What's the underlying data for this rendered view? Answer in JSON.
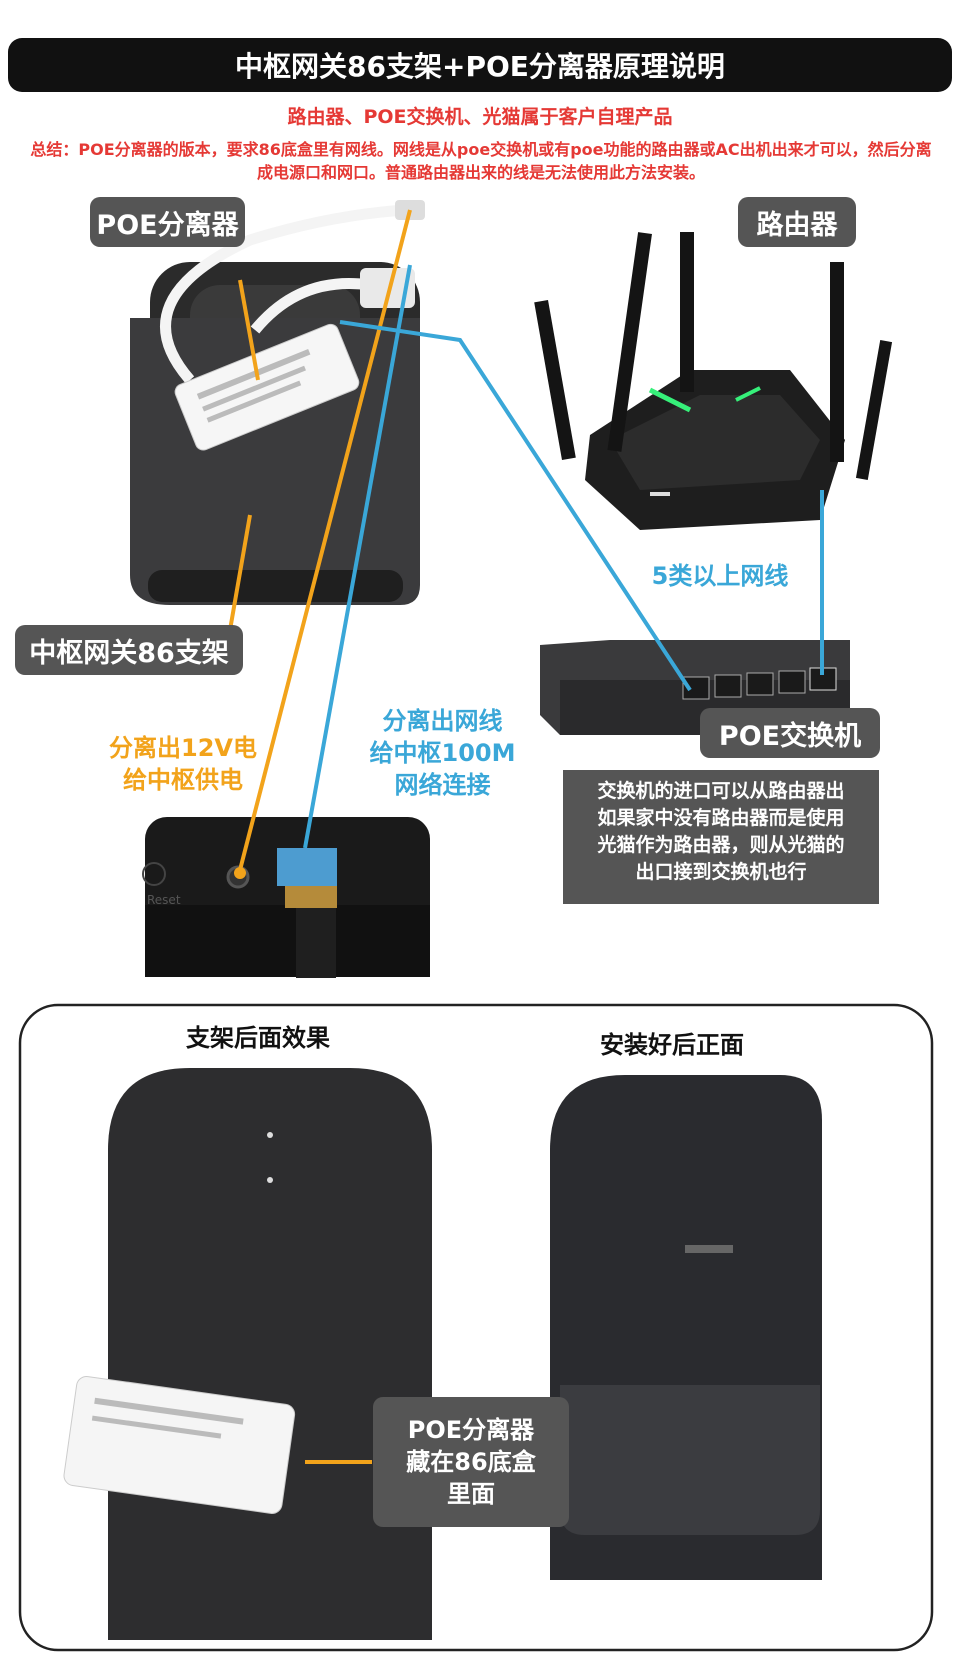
{
  "title": "中枢网关86支架+POE分离器原理说明",
  "subtitle": "路由器、POE交换机、光猫属于客户自理产品",
  "summary": "总结：POE分离器的版本，要求86底盒里有网线。网线是从poe交换机或有poe功能的路由器或AC出机出来才可以，然后分离成电源口和网口。普通路由器出来的线是无法使用此方法安装。",
  "labels": {
    "poe_splitter": "POE分离器",
    "router": "路由器",
    "cable": "5类以上网线",
    "bracket": "中枢网关86支架",
    "poe_switch": "POE交换机",
    "power_out": "分离出12V电\n给中枢供电",
    "net_out": "分离出网线\n给中枢100M\n网络连接",
    "switch_note": "交换机的进口可以从路由器出\n如果家中没有路由器而是使用\n光猫作为路由器，则从光猫的\n出口接到交换机也行",
    "reset": "Reset"
  },
  "bottom": {
    "back_title": "支架后面效果",
    "front_title": "安装好后正面",
    "hidden_label": "POE分离器\n藏在86底盒\n里面"
  },
  "colors": {
    "orange": "#f2a31b",
    "cyan": "#3aa7d8",
    "label_bg": "#555555",
    "red": "#e53935"
  }
}
